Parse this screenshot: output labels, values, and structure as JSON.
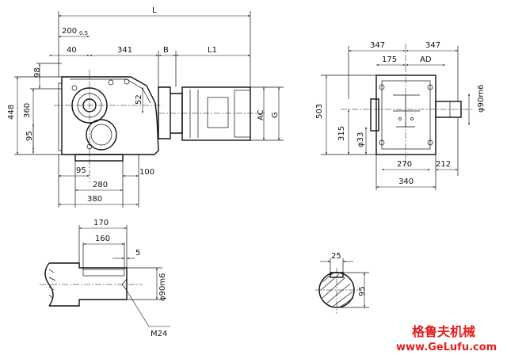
{
  "main_view": {
    "L": "L",
    "d200": "200",
    "tol": "0.5",
    "d40": "40",
    "d341": "341",
    "B": "B",
    "L1": "L1",
    "d98": "98",
    "d448": "448",
    "d360": "360",
    "d95_left": "95",
    "d52": "52",
    "AC": "AC",
    "G": "G",
    "d95_bottom": "95",
    "d100": "100",
    "d280": "280",
    "d380": "380"
  },
  "side_view": {
    "d347_left": "347",
    "d347_right": "347",
    "d175": "175",
    "AD": "AD",
    "d503": "503",
    "d315": "315",
    "phi33": "φ33",
    "phi90m6": "φ90m6",
    "d270": "270",
    "d212": "212",
    "d340": "340"
  },
  "shaft_detail": {
    "d170": "170",
    "d160": "160",
    "d5": "5",
    "phi90m6": "φ90m6",
    "thread": "M24"
  },
  "key_section": {
    "d25": "25",
    "d95": "95"
  },
  "watermark": {
    "brand": "格鲁夫机械",
    "url": "www.GeLufu.com",
    "color": "#e02020"
  }
}
